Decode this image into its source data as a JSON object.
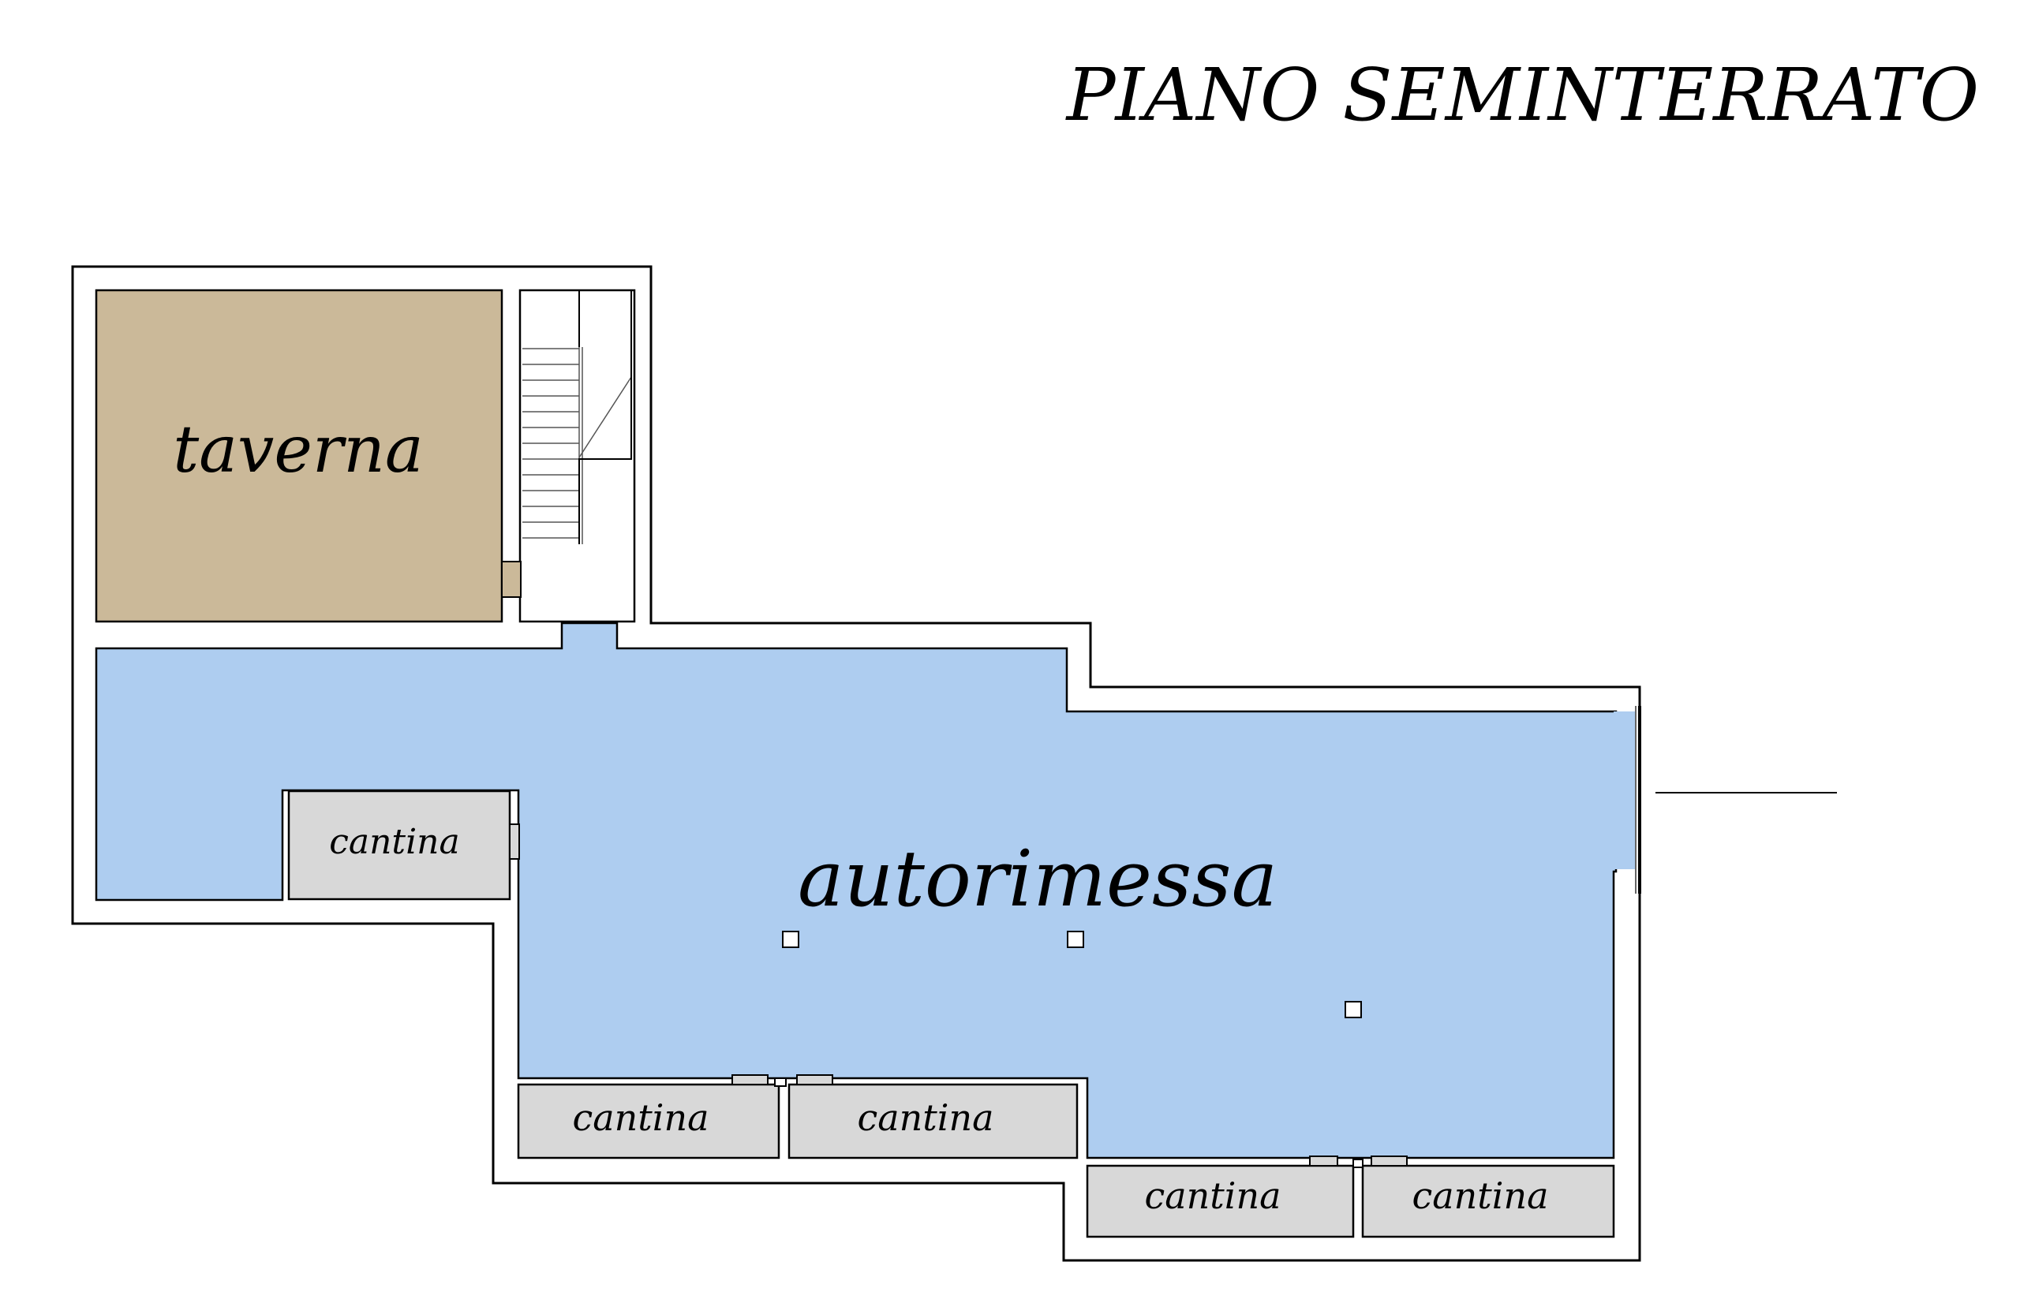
{
  "title": "PIANO SEMINTERRATO",
  "colors": {
    "taverna": "#cbb999",
    "autorimessa": "#aecdf0",
    "cantina": "#d8d8d8",
    "wall": "#ffffff",
    "line": "#000000"
  },
  "rooms": {
    "taverna": "taverna",
    "autorimessa": "autorimessa",
    "cantina_1": "cantina",
    "cantina_2": "cantina",
    "cantina_3": "cantina",
    "cantina_4": "cantina",
    "cantina_5": "cantina"
  }
}
